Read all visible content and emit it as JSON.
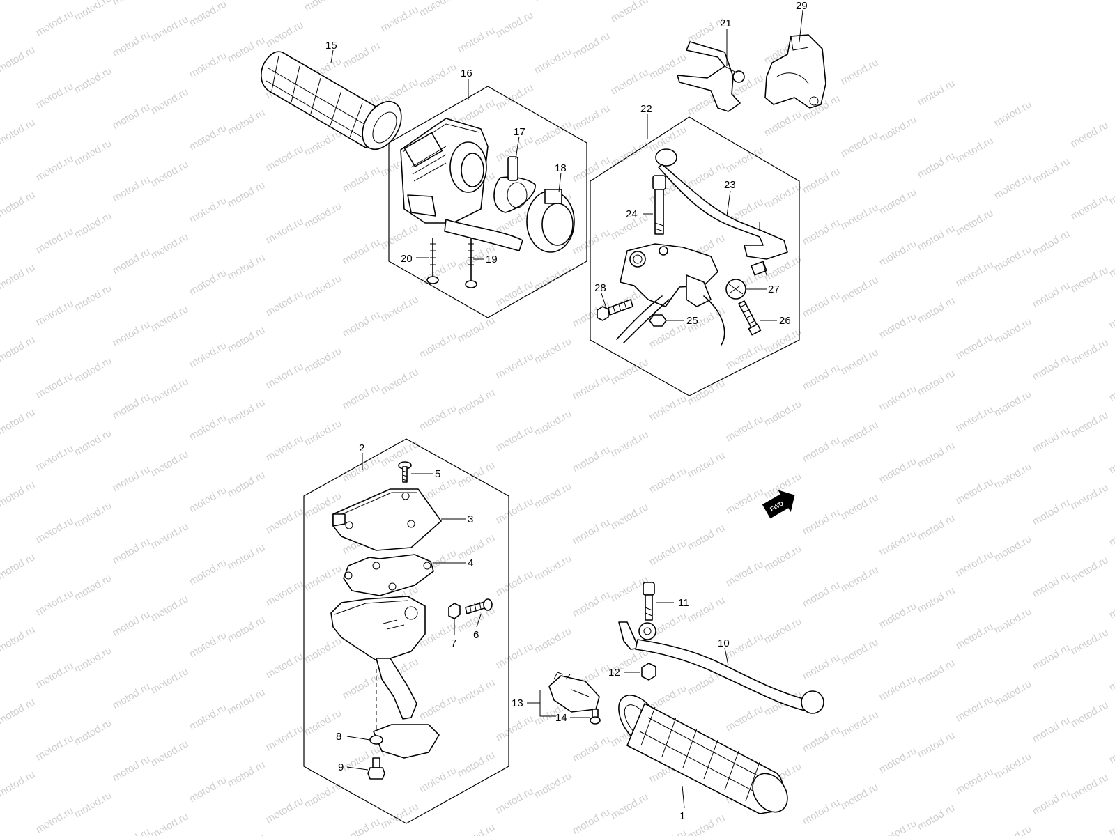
{
  "watermark": "motod.ru",
  "fwd_label": "FWD",
  "callouts": {
    "c1": "1",
    "c2": "2",
    "c3": "3",
    "c4": "4",
    "c5": "5",
    "c6": "6",
    "c7": "7",
    "c8": "8",
    "c9": "9",
    "c10": "10",
    "c11": "11",
    "c12": "12",
    "c13": "13",
    "c14": "14",
    "c15": "15",
    "c16": "16",
    "c17": "17",
    "c18": "18",
    "c19": "19",
    "c20": "20",
    "c21": "21",
    "c22": "22",
    "c23": "23",
    "c24": "24",
    "c25": "25",
    "c26": "26",
    "c27": "27",
    "c28": "28",
    "c29": "29"
  }
}
